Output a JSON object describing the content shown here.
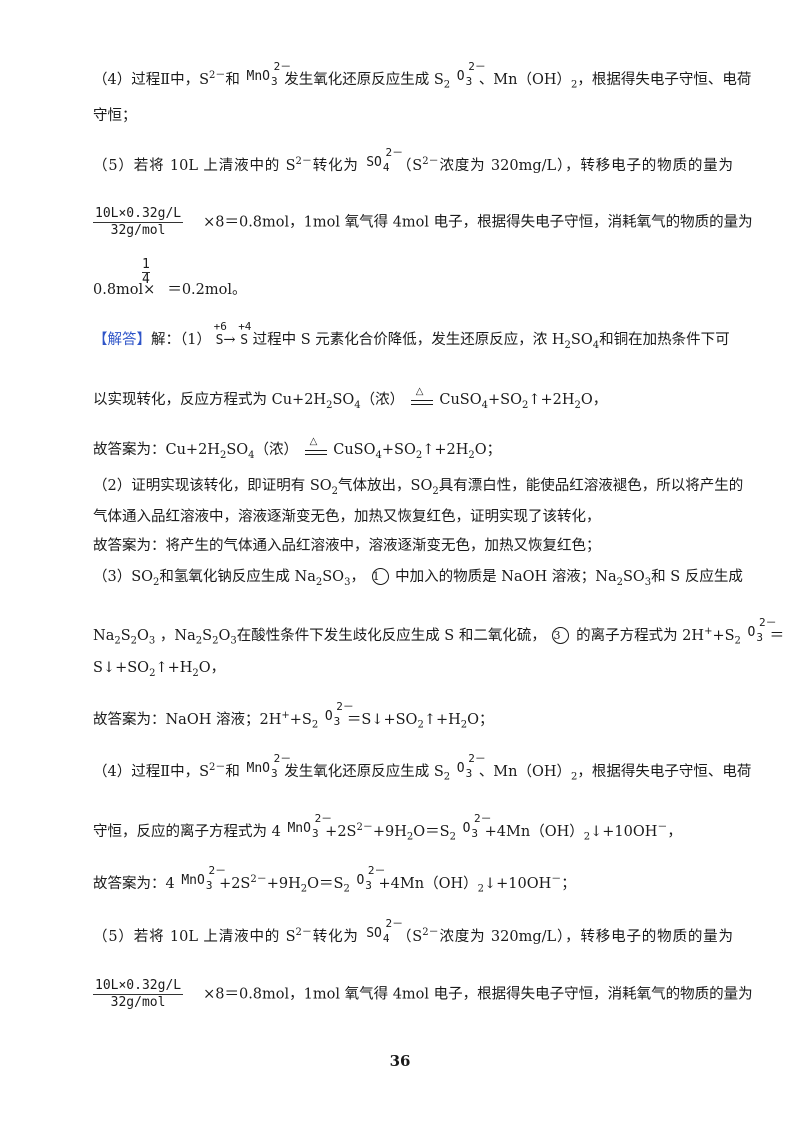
{
  "p4a": {
    "pre": "（4）过程Ⅱ中，S",
    "pre_sup": "2－",
    "mid": "和",
    "ion_mno": "MnO",
    "ion_sub3": "3",
    "ion_chg": "2－",
    "mid2": "发生氧化还原反应生成 S",
    "mid2_sub": "2",
    "ion_o": "O",
    "post": "、Mn（OH）",
    "post_sub": "2",
    "post2": "，根据得失电子守恒、电荷"
  },
  "p4a_l2": "守恒；",
  "p5a": {
    "pre": "（5）若将 10L 上清液中的 S",
    "pre_sup": "2－",
    "mid": "转化为",
    "ion_so": "SO",
    "ion_sub4": "4",
    "ion_chg": "2－",
    "post": "（S",
    "post_sup": "2－",
    "post2": "浓度为 320mg/L），转移电子的物质的量为"
  },
  "frac_a": {
    "num": "10L×0.32g/L",
    "den": "32g/mol"
  },
  "p5a_l2": "×8＝0.8mol，1mol 氧气得 4mol 电子，根据得失电子守恒，消耗氧气的物质的量为",
  "small_frac": {
    "num": "1",
    "den": "4"
  },
  "p5a_l3_pre": "0.8mol×",
  "p5a_l3_post": "＝0.2mol。",
  "ans": {
    "tag": "【解答】",
    "t1": "解：（1）",
    "ox1": "+6",
    "s1": "S",
    "arrow": "→",
    "ox2": "+4",
    "s2": "S",
    "t2": "过程中 S 元素化合价降低，发生还原反应，浓 H",
    "t2_sub1": "2",
    "t2b": "SO",
    "t2_sub2": "4",
    "t3": "和铜在加热条件下可"
  },
  "ans_l2_pre": "以实现转化，反应方程式为 Cu+2H",
  "ans_l2_sub": "2",
  "ans_l2_b": "SO",
  "ans_l2_sub2": "4",
  "ans_l2_c": "（浓）",
  "delta": "△",
  "ans_l2_d": "CuSO",
  "ans_l2_sub3": "4",
  "ans_l2_e": "+SO",
  "ans_l2_sub4": "2",
  "ans_l2_f": "↑+2H",
  "ans_l2_sub5": "2",
  "ans_l2_g": "O，",
  "ans_l3_pre": "故答案为：Cu+2H",
  "ans_l3_end": "O；",
  "p2_l1": "（2）证明实现该转化，即证明有 SO",
  "p2_l1_b": "气体放出，SO",
  "p2_l1_c": "具有漂白性，能使品红溶液褪色，所以将产生的",
  "p2_l2": "气体通入品红溶液中，溶液逐渐变无色，加热又恢复红色，证明实现了该转化，",
  "p2_l3": "故答案为：将产生的气体通入品红溶液中，溶液逐渐变无色，加热又恢复红色；",
  "p3_l1_a": "（3）SO",
  "p3_l1_b": "和氢氧化钠反应生成 Na",
  "p3_l1_c": "SO",
  "p3_l1_d": "，",
  "circ1": "1",
  "p3_l1_e": "中加入的物质是 NaOH 溶液；Na",
  "p3_l1_f": "SO",
  "p3_l1_g": "和 S 反应生成",
  "p3_l2_a": "Na",
  "p3_l2_b": "S",
  "p3_l2_c": "O",
  "p3_l2_d": "，Na",
  "p3_l2_e": "在酸性条件下发生歧化反应生成 S 和二氧化硫，",
  "circ3": "3",
  "p3_l2_f": "的离子方程式为 2H",
  "p3_l2_g": "+S",
  "p3_l2_h": "＝",
  "p3_l3": "S↓+SO",
  "p3_l3_b": "↑+H",
  "p3_l3_c": "O，",
  "p3_l4_a": "故答案为：NaOH 溶液；2H",
  "p3_l4_b": "＝S↓+SO",
  "p3_l4_c": "↑+H",
  "p3_l4_d": "O；",
  "p4b_l2_a": "守恒，反应的离子方程式为 4",
  "p4b_l2_b": "+2S",
  "p4b_l2_c": "+9H",
  "p4b_l2_d": "O＝S",
  "p4b_l2_e": "+4Mn（OH）",
  "p4b_l2_f": "↓+10OH",
  "p4b_l2_g": "，",
  "p4b_l3_a": "故答案为：4",
  "p4b_l3_g": "；",
  "sup_plus": "+",
  "sup_minus": "－",
  "sub2": "2",
  "sub3": "3",
  "sub4": "4",
  "page_number": "36"
}
